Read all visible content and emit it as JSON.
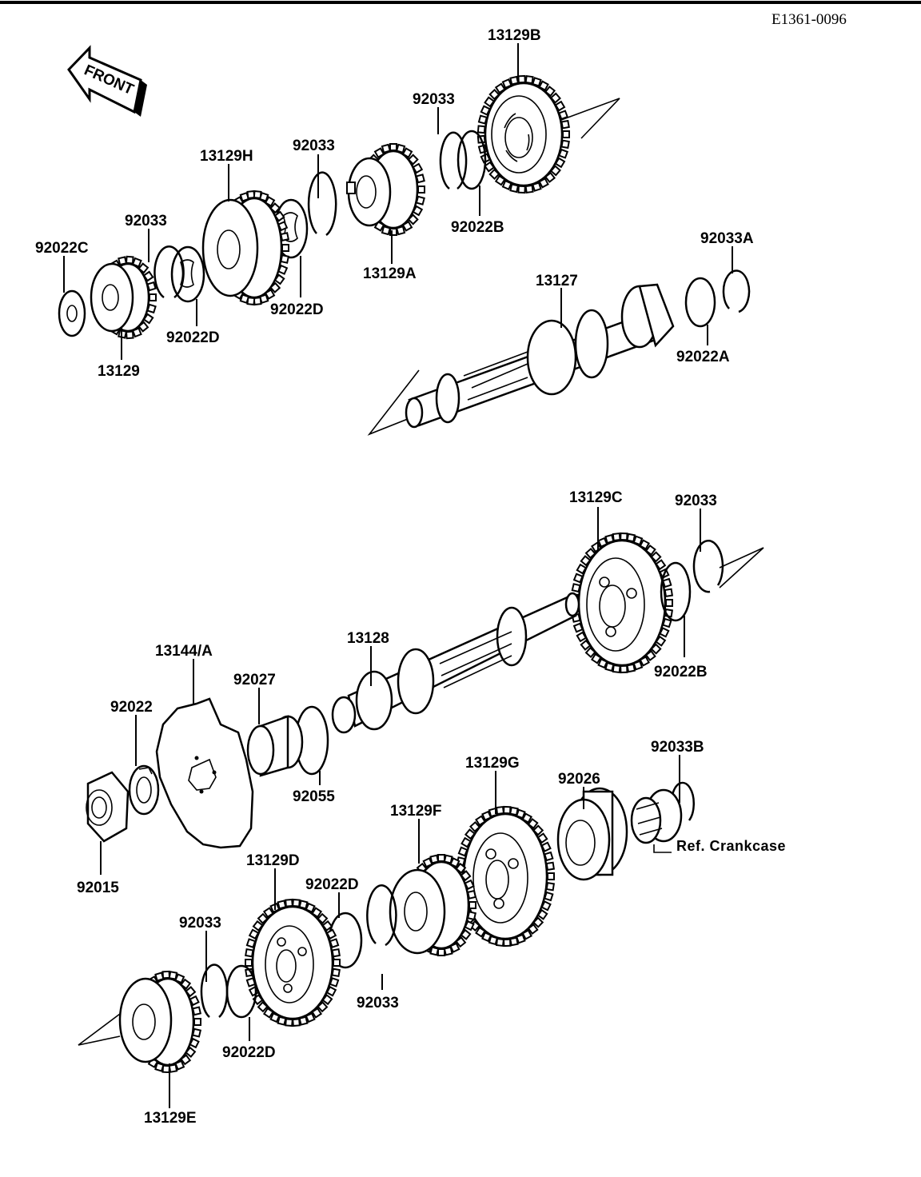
{
  "diagram_code": "E1361-0096",
  "front_label": "FRONT",
  "reference_note": "Ref. Crankcase",
  "parts": {
    "p13129B": "13129B",
    "p92033_top": "92033",
    "p92022B_top": "92022B",
    "p92033_mid": "92033",
    "p13129H": "13129H",
    "p13129A": "13129A",
    "p92033_left": "92033",
    "p92022C": "92022C",
    "p92022D_a": "92022D",
    "p92022D_b": "92022D",
    "p13129": "13129",
    "p13127": "13127",
    "p92033A": "92033A",
    "p92022A": "92022A",
    "p13129C": "13129C",
    "p92033_right": "92033",
    "p92022B_right": "92022B",
    "p13128": "13128",
    "p13144A": "13144/A",
    "p92027": "92027",
    "p92022": "92022",
    "p92055": "92055",
    "p92015": "92015",
    "p13129G": "13129G",
    "p92026": "92026",
    "p92033B": "92033B",
    "p13129F": "13129F",
    "p13129D": "13129D",
    "p92022D_c": "92022D",
    "p92033_low": "92033",
    "p92033_bl": "92033",
    "p92022D_d": "92022D",
    "p13129E": "13129E"
  }
}
